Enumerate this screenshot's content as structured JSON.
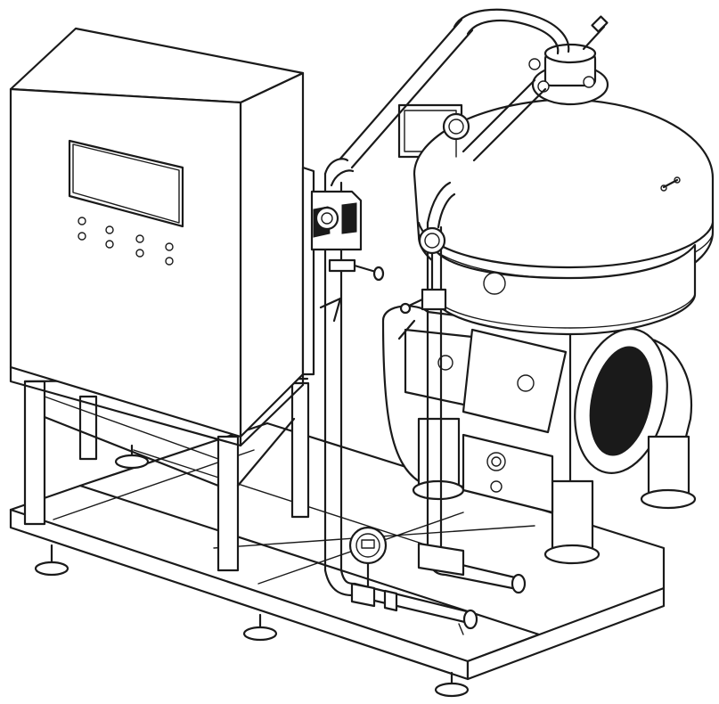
{
  "figure": {
    "kind": "line-art",
    "subject": "skid-mounted-disc-stack-centrifugal-separator",
    "palette": {
      "line": "#1a1a1a",
      "fill": "#ffffff",
      "dark_fill": "#1a1a1a"
    },
    "icons": [
      "control-cabinet",
      "separator-bowl",
      "pressure-gauge",
      "valve",
      "motor",
      "leveling-foot"
    ]
  }
}
